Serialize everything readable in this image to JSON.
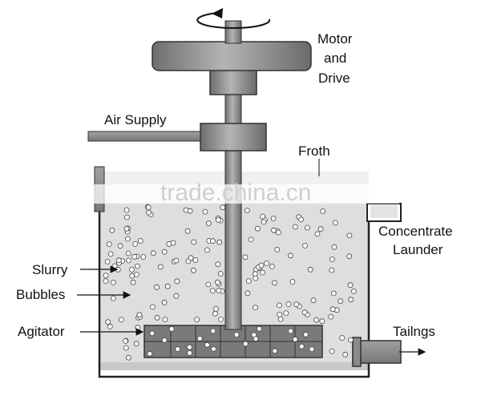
{
  "labels": {
    "motor_line1": "Motor",
    "motor_line2": "and",
    "motor_line3": "Drive",
    "air_supply": "Air Supply",
    "froth": "Froth",
    "concentrate_line1": "Concentrate",
    "concentrate_line2": "Launder",
    "slurry": "Slurry",
    "bubbles": "Bubbles",
    "agitator": "Agitator",
    "tailings": "Tailngs"
  },
  "watermark": "trade.china.cn",
  "icons": {
    "rotation": "rotation-arrow-icon"
  },
  "colors": {
    "metal": "#8c8c8c",
    "metal_dark": "#5a5a5a",
    "slurry": "#dcdcdc",
    "froth": "#eeeeee",
    "outline": "#222222"
  }
}
